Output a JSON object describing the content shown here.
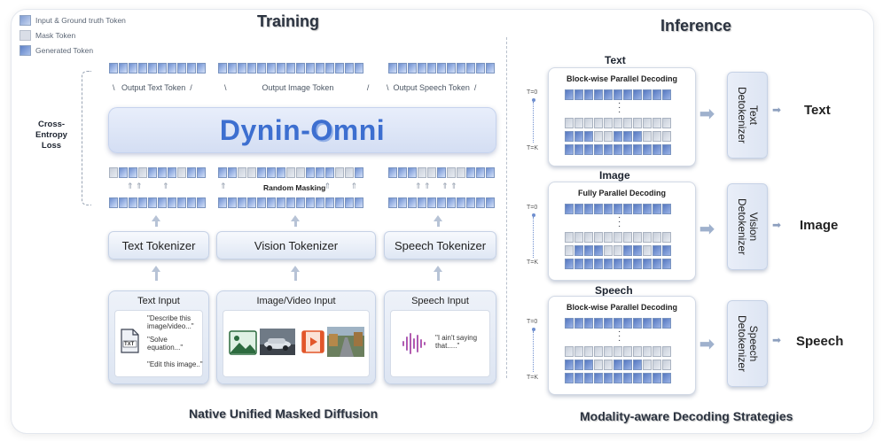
{
  "legend": [
    {
      "label": "Input & Ground truth Token",
      "kind": "input"
    },
    {
      "label": "Mask Token",
      "kind": "mask"
    },
    {
      "label": "Generated Token",
      "kind": "generated"
    }
  ],
  "training": {
    "title": "Training",
    "output_labels": [
      "Output Text Token",
      "Output Image Token",
      "Output Speech Token"
    ],
    "loss_label": "Cross-\nEntropy\nLoss",
    "model_name": "Dynin-Omni",
    "masking_label": "Random Masking",
    "tokenizers": [
      "Text Tokenizer",
      "Vision Tokenizer",
      "Speech Tokenizer"
    ],
    "inputs": {
      "text": {
        "title": "Text Input",
        "file_label": "TXT",
        "prompts": [
          "\"Describe this",
          "image/video...\"",
          "\"Solve",
          "equation...\"",
          "\"Edit this image..\""
        ]
      },
      "image": {
        "title": "Image/Video Input"
      },
      "speech": {
        "title": "Speech Input",
        "quote_line1": "\"I ain't saying",
        "quote_line2": "that.....\""
      }
    },
    "caption": "Native Unified Masked Diffusion"
  },
  "inference": {
    "title": "Inference",
    "rows": [
      {
        "modality": "Text",
        "strategy": "Block-wise Parallel Decoding",
        "detokenizer": "Text\nDetokenizer",
        "output": "Text"
      },
      {
        "modality": "Image",
        "strategy": "Fully Parallel Decoding",
        "detokenizer": "Vision\nDetokenizer",
        "output": "Image"
      },
      {
        "modality": "Speech",
        "strategy": "Block-wise Parallel Decoding",
        "detokenizer": "Speech\nDetokenizer",
        "output": "Speech"
      }
    ],
    "t0": "T=0",
    "tk": "T=K",
    "caption": "Modality-aware Decoding Strategies"
  },
  "colors": {
    "brand": "#3d6fd0",
    "token": "#7e9bd2",
    "mask": "#d9dee7",
    "panel": "#e3eaf5"
  }
}
